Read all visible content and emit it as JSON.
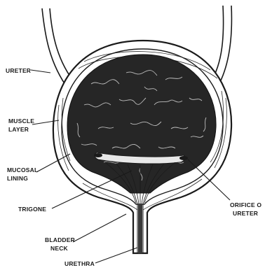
{
  "diagram": {
    "labels": {
      "ureter": "URETER",
      "muscle_layer_1": "MUSCLE",
      "muscle_layer_2": "LAYER",
      "mucosal_lining_1": "MUCOSAL",
      "mucosal_lining_2": "LINING",
      "trigone": "TRIGONE",
      "bladder_neck_1": "BLADDER",
      "bladder_neck_2": "NECK",
      "urethra": "URETHRA",
      "orifice_of_ureter_1": "ORIFICE O",
      "orifice_of_ureter_2": "URETER"
    },
    "colors": {
      "ink": "#1a1a1a",
      "lumen": "#262626",
      "wall": "#ffffff"
    }
  }
}
